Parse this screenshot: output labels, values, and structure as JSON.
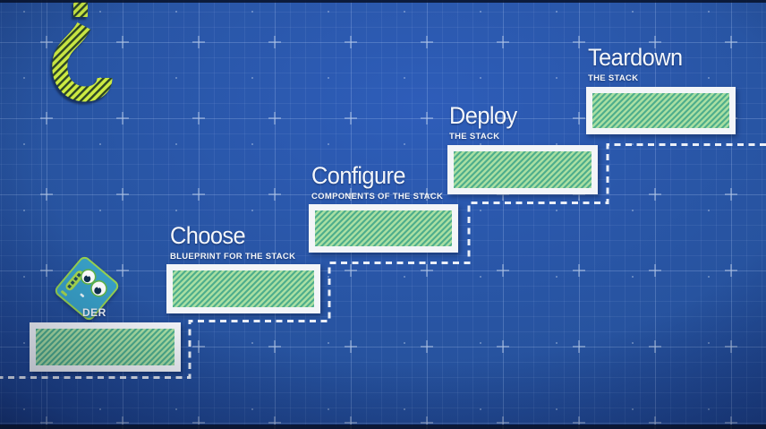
{
  "slide": {
    "theme": "blueprint",
    "mascot_label": "DER",
    "steps": [
      {
        "id": "start",
        "title": "",
        "subtitle": ""
      },
      {
        "id": "choose",
        "title": "Choose",
        "subtitle": "BLUEPRINT FOR THE STACK"
      },
      {
        "id": "configure",
        "title": "Configure",
        "subtitle": "COMPONENTS OF THE STACK"
      },
      {
        "id": "deploy",
        "title": "Deploy",
        "subtitle": "THE STACK"
      },
      {
        "id": "teardown",
        "title": "Teardown",
        "subtitle": "THE STACK"
      }
    ],
    "colors": {
      "background_blue": "#24509e",
      "grid_line": "#b9d2ff",
      "step_hatch_dark": "#4fae8c",
      "step_hatch_light": "#a9dfa2",
      "step_border": "#f3f5f8",
      "hook_hatch_bright": "#cdeb42",
      "hook_hatch_dark": "#2b4526",
      "mascot_body": "#389fc6",
      "mascot_trim": "#96d14f",
      "dashed_outline": "#f5f8fc",
      "label_text": "#f4f7fb"
    }
  }
}
